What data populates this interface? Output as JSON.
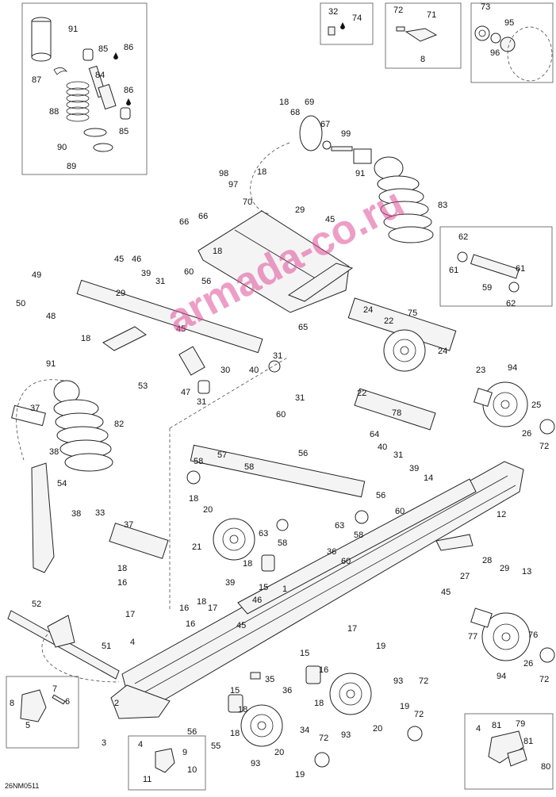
{
  "diagram": {
    "footer_code": "26NM0511",
    "watermark": "armada-co.ru",
    "callouts": [
      {
        "id": "c91a",
        "label": "91"
      },
      {
        "id": "c85a",
        "label": "85"
      },
      {
        "id": "c86a",
        "label": "86"
      },
      {
        "id": "c87",
        "label": "87"
      },
      {
        "id": "c84",
        "label": "84"
      },
      {
        "id": "c88",
        "label": "88"
      },
      {
        "id": "c86b",
        "label": "86"
      },
      {
        "id": "c85b",
        "label": "85"
      },
      {
        "id": "c90",
        "label": "90"
      },
      {
        "id": "c89",
        "label": "89"
      },
      {
        "id": "c32",
        "label": "32"
      },
      {
        "id": "c74",
        "label": "74"
      },
      {
        "id": "c72a",
        "label": "72"
      },
      {
        "id": "c71",
        "label": "71"
      },
      {
        "id": "c8a",
        "label": "8"
      },
      {
        "id": "c73",
        "label": "73"
      },
      {
        "id": "c95",
        "label": "95"
      },
      {
        "id": "c96",
        "label": "96"
      },
      {
        "id": "c18a",
        "label": "18"
      },
      {
        "id": "c69",
        "label": "69"
      },
      {
        "id": "c68",
        "label": "68"
      },
      {
        "id": "c67",
        "label": "67"
      },
      {
        "id": "c99",
        "label": "99"
      },
      {
        "id": "c91b",
        "label": "91"
      },
      {
        "id": "c83",
        "label": "83"
      },
      {
        "id": "c98",
        "label": "98"
      },
      {
        "id": "c97",
        "label": "97"
      },
      {
        "id": "c18b",
        "label": "18"
      },
      {
        "id": "c70",
        "label": "70"
      },
      {
        "id": "c29a",
        "label": "29"
      },
      {
        "id": "c45a",
        "label": "45"
      },
      {
        "id": "c66a",
        "label": "66"
      },
      {
        "id": "c66b",
        "label": "66"
      },
      {
        "id": "c18c",
        "label": "18"
      },
      {
        "id": "c60a",
        "label": "60"
      },
      {
        "id": "c56a",
        "label": "56"
      },
      {
        "id": "c65",
        "label": "65"
      },
      {
        "id": "c62a",
        "label": "62"
      },
      {
        "id": "c61a",
        "label": "61"
      },
      {
        "id": "c61b",
        "label": "61"
      },
      {
        "id": "c59",
        "label": "59"
      },
      {
        "id": "c62b",
        "label": "62"
      },
      {
        "id": "c45b",
        "label": "45"
      },
      {
        "id": "c46a",
        "label": "46"
      },
      {
        "id": "c49",
        "label": "49"
      },
      {
        "id": "c39a",
        "label": "39"
      },
      {
        "id": "c31a",
        "label": "31"
      },
      {
        "id": "c50",
        "label": "50"
      },
      {
        "id": "c48",
        "label": "48"
      },
      {
        "id": "c29b",
        "label": "29"
      },
      {
        "id": "c45c",
        "label": "45"
      },
      {
        "id": "c18d",
        "label": "18"
      },
      {
        "id": "c31b",
        "label": "31"
      },
      {
        "id": "c30",
        "label": "30"
      },
      {
        "id": "c40a",
        "label": "40"
      },
      {
        "id": "c53",
        "label": "53"
      },
      {
        "id": "c47",
        "label": "47"
      },
      {
        "id": "c31c",
        "label": "31"
      },
      {
        "id": "c24a",
        "label": "24"
      },
      {
        "id": "c75",
        "label": "75"
      },
      {
        "id": "c22a",
        "label": "22"
      },
      {
        "id": "c24b",
        "label": "24"
      },
      {
        "id": "c23",
        "label": "23"
      },
      {
        "id": "c94a",
        "label": "94"
      },
      {
        "id": "c25",
        "label": "25"
      },
      {
        "id": "c26a",
        "label": "26"
      },
      {
        "id": "c72b",
        "label": "72"
      },
      {
        "id": "c91c",
        "label": "91"
      },
      {
        "id": "c37a",
        "label": "37"
      },
      {
        "id": "c82",
        "label": "82"
      },
      {
        "id": "c38a",
        "label": "38"
      },
      {
        "id": "c31d",
        "label": "31"
      },
      {
        "id": "c60b",
        "label": "60"
      },
      {
        "id": "c22b",
        "label": "22"
      },
      {
        "id": "c78",
        "label": "78"
      },
      {
        "id": "c56b",
        "label": "56"
      },
      {
        "id": "c40b",
        "label": "40"
      },
      {
        "id": "c64",
        "label": "64"
      },
      {
        "id": "c31e",
        "label": "31"
      },
      {
        "id": "c39b",
        "label": "39"
      },
      {
        "id": "c14",
        "label": "14"
      },
      {
        "id": "c58a",
        "label": "58"
      },
      {
        "id": "c57",
        "label": "57"
      },
      {
        "id": "c58b",
        "label": "58"
      },
      {
        "id": "c54",
        "label": "54"
      },
      {
        "id": "c56c",
        "label": "56"
      },
      {
        "id": "c60c",
        "label": "60"
      },
      {
        "id": "c18e",
        "label": "18"
      },
      {
        "id": "c20a",
        "label": "20"
      },
      {
        "id": "c38b",
        "label": "38"
      },
      {
        "id": "c33",
        "label": "33"
      },
      {
        "id": "c37b",
        "label": "37"
      },
      {
        "id": "c63a",
        "label": "63"
      },
      {
        "id": "c63b",
        "label": "63"
      },
      {
        "id": "c58c",
        "label": "58"
      },
      {
        "id": "c58d",
        "label": "58"
      },
      {
        "id": "c12",
        "label": "12"
      },
      {
        "id": "c21",
        "label": "21"
      },
      {
        "id": "c36a",
        "label": "36"
      },
      {
        "id": "c60d",
        "label": "60"
      },
      {
        "id": "c28",
        "label": "28"
      },
      {
        "id": "c29c",
        "label": "29"
      },
      {
        "id": "c13",
        "label": "13"
      },
      {
        "id": "c18f",
        "label": "18"
      },
      {
        "id": "c27",
        "label": "27"
      },
      {
        "id": "c18g",
        "label": "18"
      },
      {
        "id": "c15a",
        "label": "15"
      },
      {
        "id": "c1",
        "label": "1"
      },
      {
        "id": "c16a",
        "label": "16"
      },
      {
        "id": "c39c",
        "label": "39"
      },
      {
        "id": "c46b",
        "label": "46"
      },
      {
        "id": "c45d",
        "label": "45"
      },
      {
        "id": "c17a",
        "label": "17"
      },
      {
        "id": "c16b",
        "label": "16"
      },
      {
        "id": "c18h",
        "label": "18"
      },
      {
        "id": "c17b",
        "label": "17"
      },
      {
        "id": "c16c",
        "label": "16"
      },
      {
        "id": "c52",
        "label": "52"
      },
      {
        "id": "c45e",
        "label": "45"
      },
      {
        "id": "c17c",
        "label": "17"
      },
      {
        "id": "c19a",
        "label": "19"
      },
      {
        "id": "c77",
        "label": "77"
      },
      {
        "id": "c76",
        "label": "76"
      },
      {
        "id": "c26b",
        "label": "26"
      },
      {
        "id": "c4a",
        "label": "4"
      },
      {
        "id": "c51",
        "label": "51"
      },
      {
        "id": "c15b",
        "label": "15"
      },
      {
        "id": "c16d",
        "label": "16"
      },
      {
        "id": "c94b",
        "label": "94"
      },
      {
        "id": "c72c",
        "label": "72"
      },
      {
        "id": "c93a",
        "label": "93"
      },
      {
        "id": "c72d",
        "label": "72"
      },
      {
        "id": "c7",
        "label": "7"
      },
      {
        "id": "c8b",
        "label": "8"
      },
      {
        "id": "c6",
        "label": "6"
      },
      {
        "id": "c5",
        "label": "5"
      },
      {
        "id": "c35",
        "label": "35"
      },
      {
        "id": "c2",
        "label": "2"
      },
      {
        "id": "c15c",
        "label": "15"
      },
      {
        "id": "c18i",
        "label": "18"
      },
      {
        "id": "c36b",
        "label": "36"
      },
      {
        "id": "c18j",
        "label": "18"
      },
      {
        "id": "c19b",
        "label": "19"
      },
      {
        "id": "c72e",
        "label": "72"
      },
      {
        "id": "c56d",
        "label": "56"
      },
      {
        "id": "c34",
        "label": "34"
      },
      {
        "id": "c93b",
        "label": "93"
      },
      {
        "id": "c20b",
        "label": "20"
      },
      {
        "id": "c55",
        "label": "55"
      },
      {
        "id": "c18k",
        "label": "18"
      },
      {
        "id": "c3",
        "label": "3"
      },
      {
        "id": "c4b",
        "label": "4"
      },
      {
        "id": "c9",
        "label": "9"
      },
      {
        "id": "c20c",
        "label": "20"
      },
      {
        "id": "c72f",
        "label": "72"
      },
      {
        "id": "c93c",
        "label": "93"
      },
      {
        "id": "c19c",
        "label": "19"
      },
      {
        "id": "c11",
        "label": "11"
      },
      {
        "id": "c10",
        "label": "10"
      },
      {
        "id": "c4c",
        "label": "4"
      },
      {
        "id": "c81a",
        "label": "81"
      },
      {
        "id": "c79",
        "label": "79"
      },
      {
        "id": "c81b",
        "label": "81"
      },
      {
        "id": "c80",
        "label": "80"
      }
    ]
  }
}
